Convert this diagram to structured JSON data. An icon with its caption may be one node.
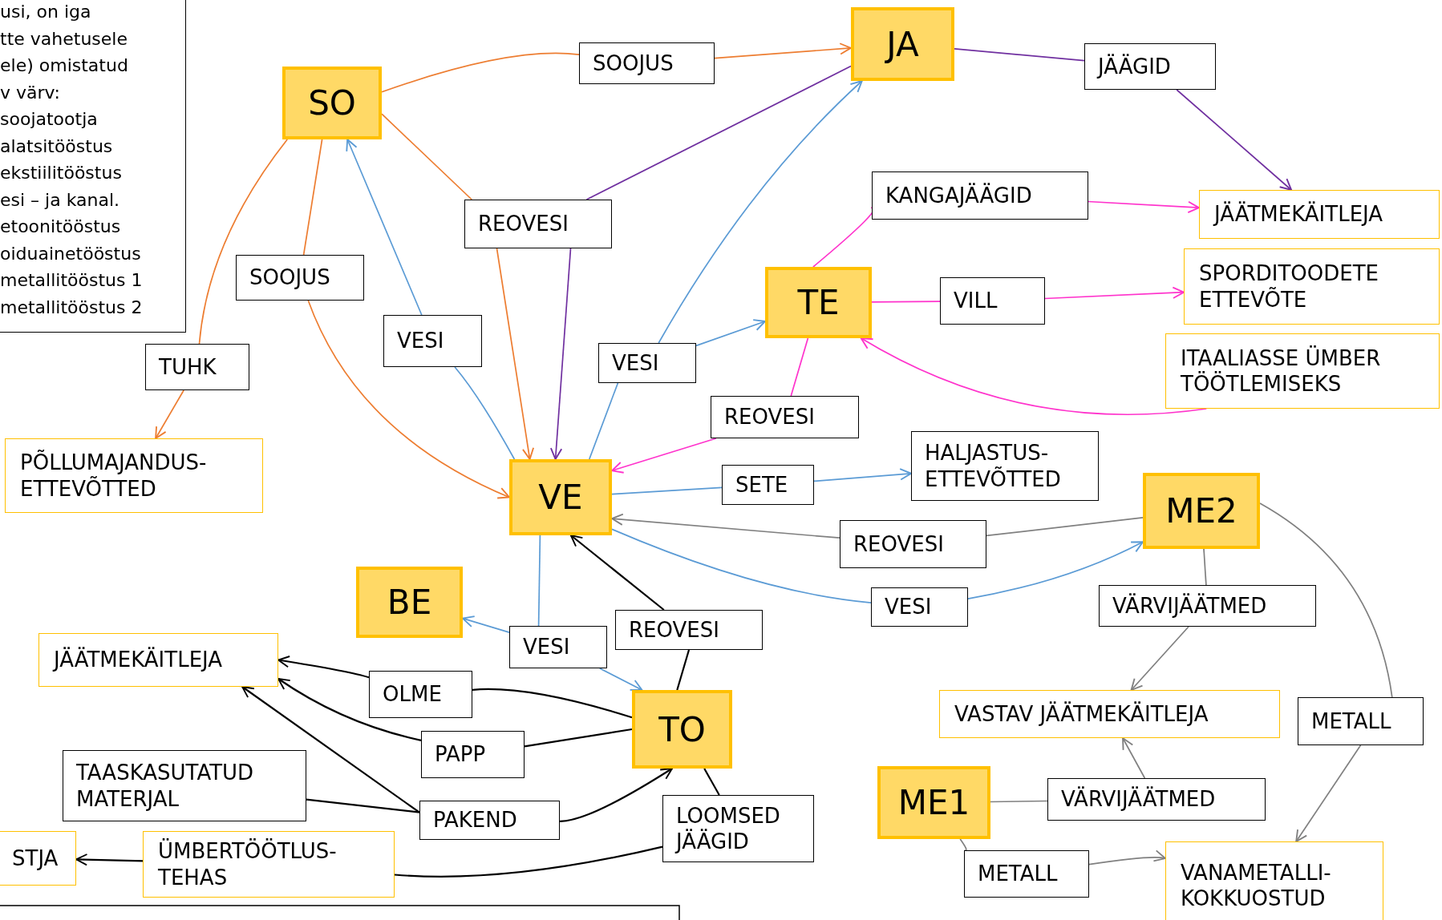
{
  "diagram": {
    "nodes": [
      {
        "text": [
          "usi, on iga",
          "tte vahetusele",
          "ele) omistatud",
          "v värv:",
          "soojatootja",
          "alatsitööstus",
          "ekstiilitööstus",
          "esi – ja kanal.",
          "etoonitööstus",
          "oiduainetööstus",
          "metallitööstus 1",
          "metallitööstus 2"
        ]
      },
      {
        "text": [
          "JA"
        ]
      },
      {
        "text": [
          "SOOJUS"
        ]
      },
      {
        "text": [
          "JÄÄGID"
        ]
      },
      {
        "text": [
          "SO"
        ]
      },
      {
        "text": [
          "KANGAJÄÄGID"
        ]
      },
      {
        "text": [
          "JÄÄTMEKÄITLEJA"
        ]
      },
      {
        "text": [
          "REOVESI"
        ]
      },
      {
        "text": [
          "SPORDITOODETE ETTEVÕTE"
        ]
      },
      {
        "text": [
          "TE"
        ]
      },
      {
        "text": [
          "VILL"
        ]
      },
      {
        "text": [
          "SOOJUS"
        ]
      },
      {
        "text": [
          "VESI"
        ]
      },
      {
        "text": [
          "ITAALIASSE ÜMBER TÖÖTLEMISEKS"
        ]
      },
      {
        "text": [
          "TUHK"
        ]
      },
      {
        "text": [
          "VESI"
        ]
      },
      {
        "text": [
          "REOVESI"
        ]
      },
      {
        "text": [
          "HALJASTUS-ETTEVÕTTED"
        ]
      },
      {
        "text": [
          "PÕLLUMAJANDUS-ETTEVÕTTED"
        ]
      },
      {
        "text": [
          "VE"
        ]
      },
      {
        "text": [
          "SETE"
        ]
      },
      {
        "text": [
          "ME2"
        ]
      },
      {
        "text": [
          "REOVESI"
        ]
      },
      {
        "text": [
          "BE"
        ]
      },
      {
        "text": [
          "VESI"
        ]
      },
      {
        "text": [
          "VÄRVIJÄÄTMED"
        ]
      },
      {
        "text": [
          "REOVESI"
        ]
      },
      {
        "text": [
          "JÄÄTMEKÄITLEJA"
        ]
      },
      {
        "text": [
          "VESI"
        ]
      },
      {
        "text": [
          "OLME"
        ]
      },
      {
        "text": [
          "TO"
        ]
      },
      {
        "text": [
          "VASTAV JÄÄTMEKÄITLEJA"
        ]
      },
      {
        "text": [
          "METALL"
        ]
      },
      {
        "text": [
          "PAPP"
        ]
      },
      {
        "text": [
          "TAASKASUTATUD MATERJAL"
        ]
      },
      {
        "text": [
          "ME1"
        ]
      },
      {
        "text": [
          "VÄRVIJÄÄTMED"
        ]
      },
      {
        "text": [
          "PAKEND"
        ]
      },
      {
        "text": [
          "LOOMSED JÄÄGID"
        ]
      },
      {
        "text": [
          "STJA"
        ]
      },
      {
        "text": [
          "ÜMBERTÖÖTLUS-TEHAS"
        ]
      },
      {
        "text": [
          "METALL"
        ]
      },
      {
        "text": [
          "VANAMETALLI-KOKKUOSTUD"
        ]
      }
    ],
    "edges": [
      {
        "from": 4,
        "to": 2,
        "arrow": "none",
        "color": "#ed7d31"
      },
      {
        "from": 2,
        "to": 1,
        "arrow": "to",
        "color": "#ed7d31"
      },
      {
        "from": 4,
        "to": 7,
        "arrow": "none",
        "color": "#ed7d31"
      },
      {
        "from": 7,
        "to": 19,
        "arrow": "to",
        "color": "#ed7d31"
      },
      {
        "from": 1,
        "to": 7,
        "arrow": "none",
        "color": "#7030a0"
      },
      {
        "from": 7,
        "to": 19,
        "arrow": "to",
        "color": "#7030a0"
      },
      {
        "from": 1,
        "to": 3,
        "arrow": "none",
        "color": "#7030a0"
      },
      {
        "from": 3,
        "to": 6,
        "arrow": "to",
        "color": "#7030a0"
      },
      {
        "from": 4,
        "to": 14,
        "arrow": "none",
        "color": "#ed7d31"
      },
      {
        "from": 14,
        "to": 18,
        "arrow": "to",
        "color": "#ed7d31"
      },
      {
        "from": 4,
        "to": 11,
        "arrow": "none",
        "color": "#ed7d31"
      },
      {
        "from": 11,
        "to": 19,
        "arrow": "to",
        "color": "#ed7d31"
      },
      {
        "from": 19,
        "to": 12,
        "arrow": "none",
        "color": "#5b9bd5"
      },
      {
        "from": 12,
        "to": 4,
        "arrow": "to",
        "color": "#5b9bd5"
      },
      {
        "from": 19,
        "to": 15,
        "arrow": "none",
        "color": "#5b9bd5"
      },
      {
        "from": 15,
        "to": 1,
        "arrow": "to",
        "color": "#5b9bd5"
      },
      {
        "from": 15,
        "to": 9,
        "arrow": "to",
        "color": "#5b9bd5"
      },
      {
        "from": 9,
        "to": 5,
        "arrow": "to",
        "color": "#ff33cc"
      },
      {
        "from": 5,
        "to": 6,
        "arrow": "to",
        "color": "#ff33cc"
      },
      {
        "from": 9,
        "to": 10,
        "arrow": "none",
        "color": "#ff33cc"
      },
      {
        "from": 10,
        "to": 8,
        "arrow": "to",
        "color": "#ff33cc"
      },
      {
        "from": 13,
        "to": 9,
        "arrow": "to",
        "color": "#ff33cc"
      },
      {
        "from": 9,
        "to": 16,
        "arrow": "none",
        "color": "#ff33cc"
      },
      {
        "from": 16,
        "to": 19,
        "arrow": "to",
        "color": "#ff33cc"
      },
      {
        "from": 19,
        "to": 20,
        "arrow": "none",
        "color": "#5b9bd5"
      },
      {
        "from": 20,
        "to": 17,
        "arrow": "to",
        "color": "#5b9bd5"
      },
      {
        "from": 21,
        "to": 22,
        "arrow": "none",
        "color": "#808080"
      },
      {
        "from": 22,
        "to": 19,
        "arrow": "to",
        "color": "#808080"
      },
      {
        "from": 19,
        "to": 24,
        "arrow": "none",
        "color": "#5b9bd5"
      },
      {
        "from": 24,
        "to": 21,
        "arrow": "to",
        "color": "#5b9bd5"
      },
      {
        "from": 21,
        "to": 25,
        "arrow": "none",
        "color": "#808080"
      },
      {
        "from": 25,
        "to": 31,
        "arrow": "to",
        "color": "#808080"
      },
      {
        "from": 21,
        "to": 32,
        "arrow": "none",
        "color": "#808080"
      },
      {
        "from": 32,
        "to": 42,
        "arrow": "to",
        "color": "#808080"
      },
      {
        "from": 35,
        "to": 36,
        "arrow": "none",
        "color": "#808080"
      },
      {
        "from": 36,
        "to": 31,
        "arrow": "to",
        "color": "#808080"
      },
      {
        "from": 35,
        "to": 41,
        "arrow": "none",
        "color": "#808080"
      },
      {
        "from": 41,
        "to": 42,
        "arrow": "to",
        "color": "#808080"
      },
      {
        "from": 19,
        "to": 28,
        "arrow": "none",
        "color": "#5b9bd5"
      },
      {
        "from": 28,
        "to": 23,
        "arrow": "to",
        "color": "#5b9bd5"
      },
      {
        "from": 28,
        "to": 30,
        "arrow": "to",
        "color": "#5b9bd5"
      },
      {
        "from": 30,
        "to": 26,
        "arrow": "none",
        "color": "#000000"
      },
      {
        "from": 26,
        "to": 19,
        "arrow": "to",
        "color": "#000000"
      },
      {
        "from": 30,
        "to": 29,
        "arrow": "none",
        "color": "#000000"
      },
      {
        "from": 29,
        "to": 27,
        "arrow": "to",
        "color": "#000000"
      },
      {
        "from": 30,
        "to": 33,
        "arrow": "none",
        "color": "#000000"
      },
      {
        "from": 33,
        "to": 27,
        "arrow": "to",
        "color": "#000000"
      },
      {
        "from": 37,
        "to": 30,
        "arrow": "to",
        "color": "#000000"
      },
      {
        "from": 37,
        "to": 27,
        "arrow": "to",
        "color": "#000000"
      },
      {
        "from": 34,
        "to": 37,
        "arrow": "none",
        "color": "#000000"
      },
      {
        "from": 30,
        "to": 38,
        "arrow": "none",
        "color": "#000000"
      },
      {
        "from": 38,
        "to": 40,
        "arrow": "none",
        "color": "#000000"
      },
      {
        "from": 40,
        "to": 39,
        "arrow": "to",
        "color": "#000000"
      }
    ]
  }
}
